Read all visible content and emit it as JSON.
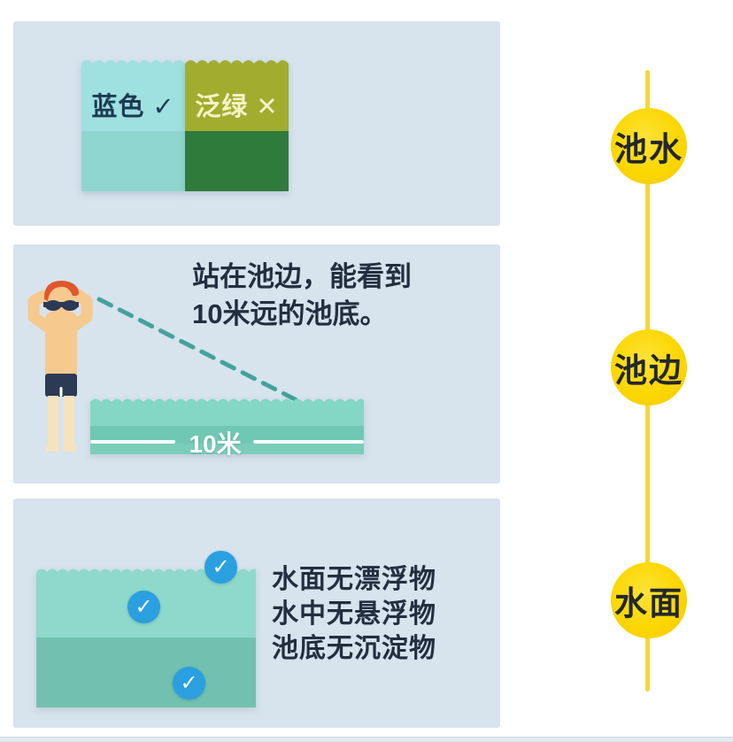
{
  "colors": {
    "panel_bg": "#d7e3ed",
    "good_water_top": "#9fe0e1",
    "good_water_bottom": "#8ed6cf",
    "bad_water_top": "#a0ad2f",
    "bad_water_bottom": "#2e7b3b",
    "pool_teal": "#83d7c4",
    "check_blue": "#2aa0e0",
    "timeline_yellow": "#fbd701",
    "text_dark": "#232f3f"
  },
  "panel_color": {
    "good_label": "蓝色 ✓",
    "bad_label": "泛绿 ✕"
  },
  "panel_clarity": {
    "caption_line1": "站在池边，能看到",
    "caption_line2": "10米远的池底。",
    "distance_label": "10米"
  },
  "panel_cleanliness": {
    "check_glyph": "✓",
    "rule1": "水面无漂浮物",
    "rule2": "水中无悬浮物",
    "rule3": "池底无沉淀物"
  },
  "timeline": {
    "node1": "池水",
    "node2": "池边",
    "node3": "水面"
  }
}
